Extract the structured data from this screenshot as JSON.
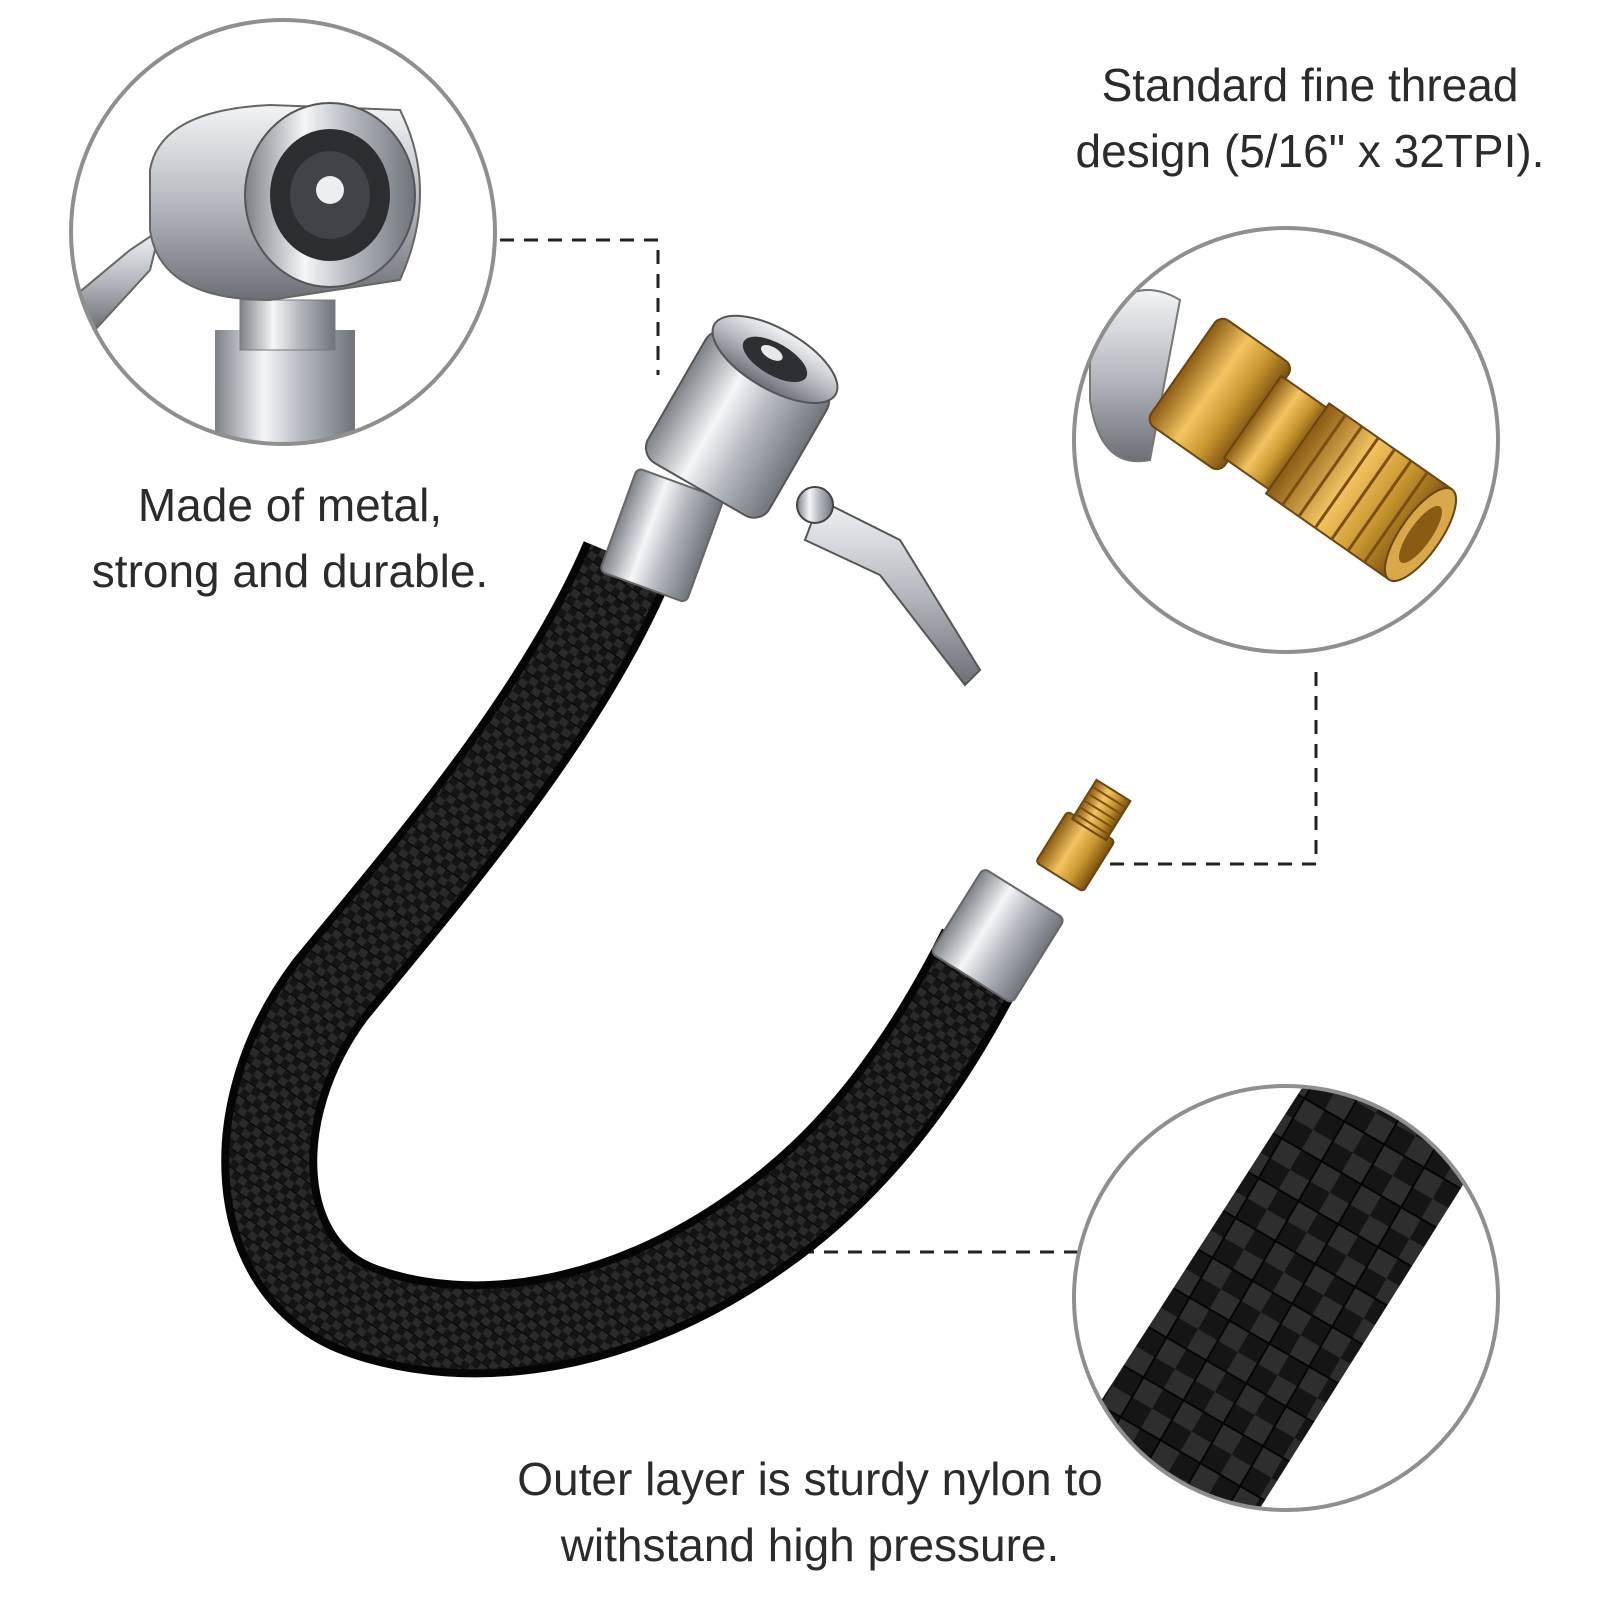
{
  "callouts": {
    "metal": {
      "line1": "Made of metal,",
      "line2": "strong and durable."
    },
    "thread": {
      "line1": "Standard fine thread",
      "line2": "design (5/16\" x 32TPI)."
    },
    "nylon": {
      "line1": "Outer layer is sturdy nylon to",
      "line2": "withstand high pressure."
    }
  },
  "colors": {
    "background": "#ffffff",
    "circle_border": "#8f8f8f",
    "dashed_line": "#222222",
    "hose": "#141414",
    "chrome": "#c9ccd1",
    "brass": "#c8962e",
    "text": "#2b2b2b"
  }
}
